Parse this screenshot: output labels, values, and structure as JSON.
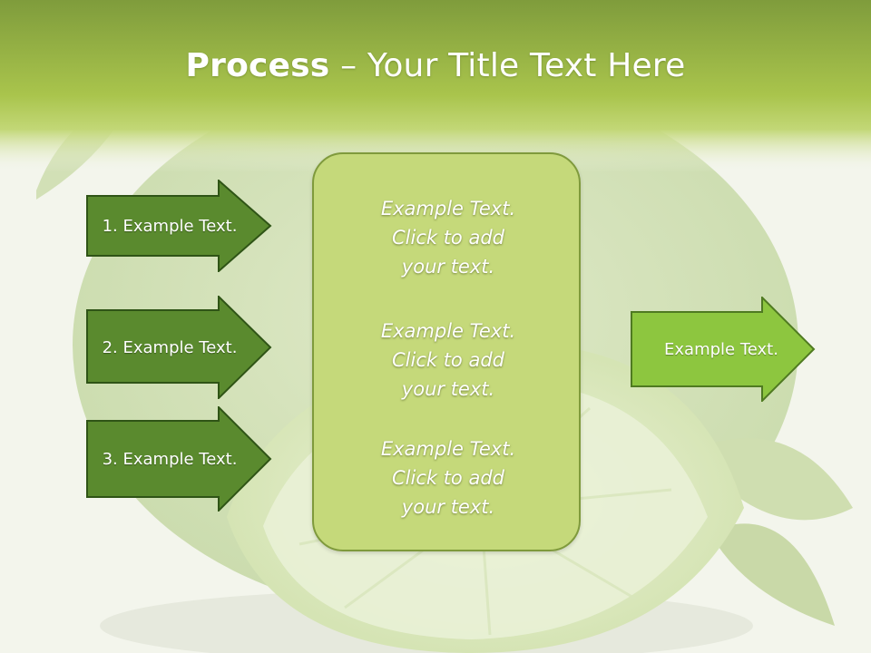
{
  "title": {
    "bold": "Process",
    "rest": " – Your Title Text Here"
  },
  "left_steps": [
    {
      "label": "1. Example Text."
    },
    {
      "label": "2. Example Text."
    },
    {
      "label": "3. Example Text."
    }
  ],
  "center_blocks": [
    {
      "lines": [
        "Example Text.",
        "Click  to add",
        "your text."
      ]
    },
    {
      "lines": [
        "Example Text.",
        "Click  to add",
        "your text."
      ]
    },
    {
      "lines": [
        "Example Text.",
        "Click  to add",
        "your text."
      ]
    }
  ],
  "right_arrow": {
    "label": "Example Text."
  },
  "colors": {
    "header_top": "#7c9a3a",
    "header_bottom": "#b5cd55",
    "dark_arrow": "#5a8a2e",
    "dark_arrow_border": "#2f5416",
    "light_arrow": "#8dc63f",
    "light_arrow_border": "#4f7a21",
    "center_box": "#c5d97a"
  },
  "icons": [
    "lime-background-image"
  ]
}
